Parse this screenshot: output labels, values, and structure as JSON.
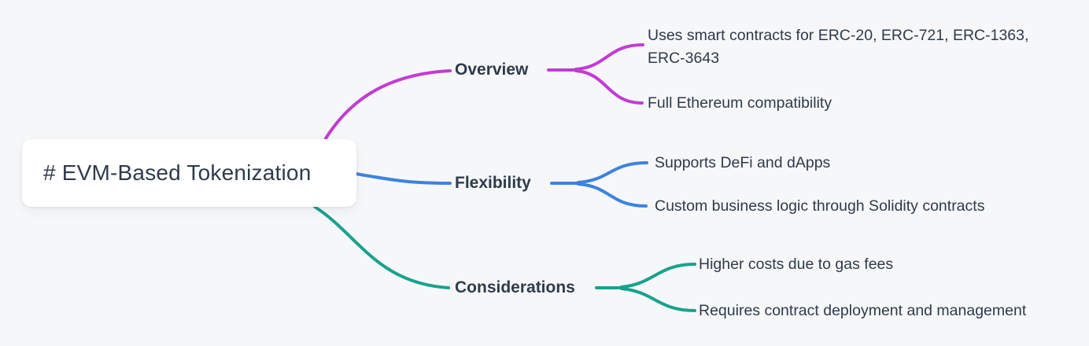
{
  "root": {
    "label": "# EVM-Based Tokenization"
  },
  "branches": [
    {
      "label": "Overview",
      "color": "#c33bd4",
      "children": [
        "Uses smart contracts for ERC-20, ERC-721, ERC-1363, ERC-3643",
        "Full Ethereum compatibility"
      ]
    },
    {
      "label": "Flexibility",
      "color": "#3c83de",
      "children": [
        "Supports DeFi and dApps",
        "Custom business logic through Solidity contracts"
      ]
    },
    {
      "label": "Considerations",
      "color": "#17a28f",
      "children": [
        "Higher costs due to gas fees",
        "Requires contract deployment and management"
      ]
    }
  ],
  "colors": {
    "background": "#f6f7f9",
    "text": "#2e3b4c",
    "node_background": "#ffffff"
  }
}
